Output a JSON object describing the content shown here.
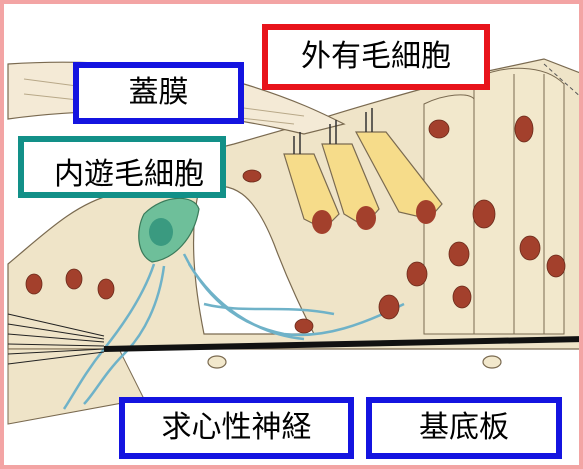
{
  "labels": {
    "outer_hair_cell": "外有毛細胞",
    "tectorial_membrane": "蓋膜",
    "inner_hair_cell": "内遊毛細胞",
    "afferent_nerve": "求心性神経",
    "basilar_membrane": "基底板"
  },
  "colors": {
    "frame_border": "#f3a4a4",
    "outer_hair_cell_border": "#e8141b",
    "tectorial_border": "#1414e0",
    "inner_hair_cell_border": "#129088",
    "nerve_border": "#1414e0",
    "basilar_border": "#1414e0",
    "tissue": "#efe4c8",
    "nucleus": "#a3402c",
    "nerve_fiber": "#6fb2c8",
    "hair_cell_body": "#f6dc8a"
  }
}
